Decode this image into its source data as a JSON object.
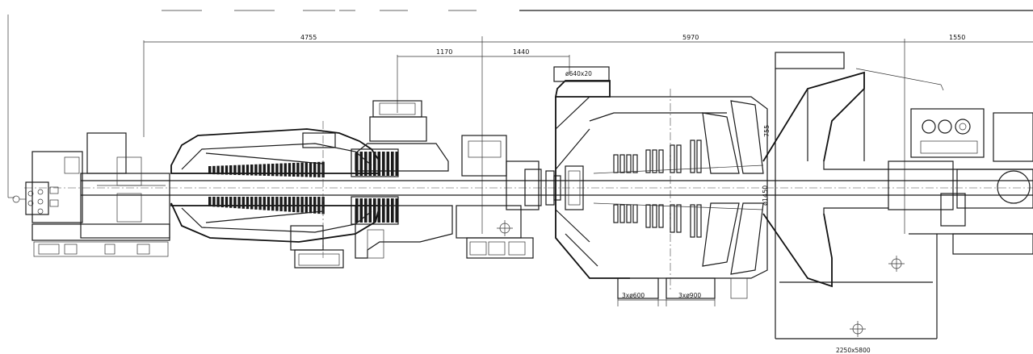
{
  "dimensions": {
    "d1": "4755",
    "d2": "5970",
    "d3": "1550",
    "d4": "1170",
    "d5": "1440"
  },
  "labels": {
    "pipe_top": "ø640x20",
    "rotor_dia": "ø1450",
    "height": "755",
    "nozzle_a": "3xø600",
    "nozzle_b": "3xø900",
    "condenser": "2250x5800"
  },
  "icons": [
    "centerline-cross-icon"
  ]
}
